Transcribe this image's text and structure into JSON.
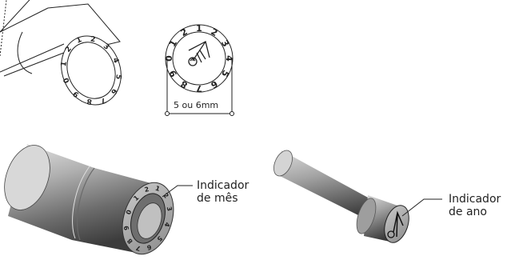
{
  "labels": {
    "dimension": "5 ou 6mm",
    "month_indicator_line1": "Indicador",
    "month_indicator_line2": "de mês",
    "year_indicator_line1": "Indicador",
    "year_indicator_line2": "de ano"
  },
  "dial_numerals": [
    "1",
    "2",
    "3",
    "4",
    "5",
    "6",
    "7",
    "8",
    "9",
    "0",
    "1",
    "2"
  ],
  "colors": {
    "line": "#222222",
    "body_light": "#d9d9d9",
    "body_mid": "#9a9a9a",
    "body_dark": "#4a4a4a"
  },
  "icons": [
    "arrow-icon",
    "recycle-icon"
  ]
}
